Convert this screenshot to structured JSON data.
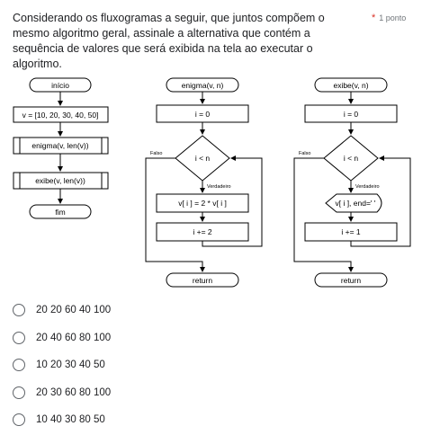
{
  "question": {
    "text": "Considerando os fluxogramas a seguir, que juntos compõem o mesmo algoritmo geral, assinale a alternativa que contém a sequência de valores que será exibida na tela ao executar o algoritmo.",
    "required_marker": "*",
    "points": "1 ponto"
  },
  "flowchart_main": {
    "start": "início",
    "assign": "v = [10, 20, 30, 40, 50]",
    "call1": "enigma(v, len(v))",
    "call2": "exibe(v, len(v))",
    "end": "fim"
  },
  "flowchart_enigma": {
    "header": "enigma(v, n)",
    "init": "i = 0",
    "condition": "i < n",
    "false_label": "Falso",
    "true_label": "Verdadeiro",
    "process": "v[ i ] = 2 * v[ i ]",
    "increment": "i += 2",
    "end": "return"
  },
  "flowchart_exibe": {
    "header": "exibe(v, n)",
    "init": "i = 0",
    "condition": "i < n",
    "false_label": "Falso",
    "true_label": "Verdadeiro",
    "output": "v[ i ], end=' '",
    "increment": "i += 1",
    "end": "return"
  },
  "options": [
    "20 20 60 40 100",
    "20 40 60 80 100",
    "10 20 30 40 50",
    "20 30 60 80 100",
    "10 40 30 80 50"
  ]
}
